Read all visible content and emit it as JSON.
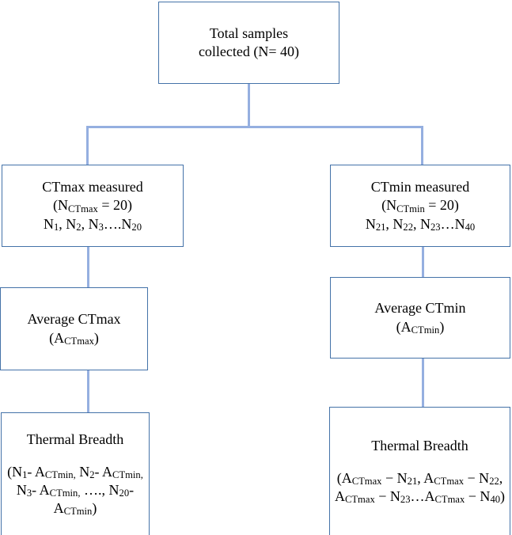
{
  "diagram": {
    "title": "Thermal breadth calculation flowchart",
    "colors": {
      "box_border": "#4472a8",
      "connector": "#95afe0",
      "background": "#ffffff",
      "text": "#000000"
    },
    "nodes": {
      "total_samples": {
        "name": "total-samples",
        "line1": "Total samples",
        "line2_pre": "collected (N= 40)"
      },
      "ctmax_measured": {
        "name": "ctmax-measured",
        "line1": "CTmax measured",
        "line2_pre": "(N",
        "line2_sub": "CTmax",
        "line2_post": " = 20)",
        "line3_n1": "N",
        "line3_n1_sub": "1",
        "line3_sep1": ", N",
        "line3_n2_sub": "2",
        "line3_sep2": ", N",
        "line3_n3_sub": "3",
        "line3_sep3": "….N",
        "line3_n4_sub": "20"
      },
      "ctmin_measured": {
        "name": "ctmin-measured",
        "line1": "CTmin measured",
        "line2_pre": "(N",
        "line2_sub": "CTmin",
        "line2_post": " = 20)",
        "line3_n1": "N",
        "line3_n1_sub": "21",
        "line3_sep1": ", N",
        "line3_n2_sub": "22",
        "line3_sep2": ", N",
        "line3_n3_sub": "23",
        "line3_sep3": "…N",
        "line3_n4_sub": "40"
      },
      "average_ctmax": {
        "name": "average-ctmax",
        "line1": "Average CTmax",
        "line2_pre": "(A",
        "line2_sub": "CTmax",
        "line2_post": ")"
      },
      "average_ctmin": {
        "name": "average-ctmin",
        "line1": "Average CTmin",
        "line2_pre": "(A",
        "line2_sub": "CTmin",
        "line2_post": ")"
      },
      "thermal_breadth_left": {
        "name": "thermal-breadth-ctmax-branch",
        "title": "Thermal Breadth",
        "formula": "(N1- ACTmin, N2- ACTmin, N3- ACTmin, …., N20- ACTmin)"
      },
      "thermal_breadth_right": {
        "name": "thermal-breadth-ctmin-branch",
        "title": "Thermal Breadth",
        "formula": "(ACTmax − N21, ACTmax − N22, ACTmax − N23…ACTmax − N40)"
      }
    },
    "connectors": [
      {
        "name": "total-to-split",
        "from": "total_samples",
        "to": "split-bus"
      },
      {
        "name": "split-to-ctmax",
        "from": "split-bus",
        "to": "ctmax_measured"
      },
      {
        "name": "split-to-ctmin",
        "from": "split-bus",
        "to": "ctmin_measured"
      },
      {
        "name": "ctmax-to-average",
        "from": "ctmax_measured",
        "to": "average_ctmax"
      },
      {
        "name": "ctmin-to-average",
        "from": "ctmin_measured",
        "to": "average_ctmin"
      },
      {
        "name": "avgmax-to-breadth",
        "from": "average_ctmax",
        "to": "thermal_breadth_left"
      },
      {
        "name": "avgmin-to-breadth",
        "from": "average_ctmin",
        "to": "thermal_breadth_right"
      }
    ]
  }
}
